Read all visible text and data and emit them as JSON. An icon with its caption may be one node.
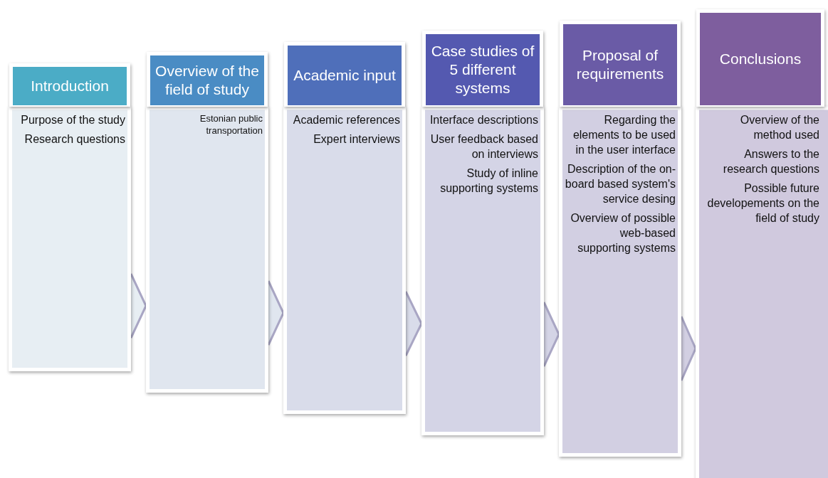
{
  "diagram": {
    "nodes": [
      {
        "text": [
          "Introduction",
          "Purpose of the study",
          "Research questions"
        ]
      },
      {
        "text": [
          "Overview of the field of study",
          "Estonian public transportation"
        ]
      },
      {
        "text": [
          "Academic input",
          "Academic references",
          "Expert interviews"
        ]
      },
      {
        "text": [
          "Case studies of 5 different systems",
          "Interface descriptions",
          "User feedback based on interviews",
          "Study of inline supporting systems"
        ]
      },
      {
        "text": [
          "Proposal of requirements",
          "Regarding the elements to be used in the user interface",
          "Description of the on-board based system's service desing",
          "Overview of possible web-based supporting systems"
        ]
      },
      {
        "text": [
          "Conclusions",
          "Overview of the method used",
          "Answers to the research questions",
          "Possible future developements on the field of study"
        ]
      }
    ],
    "edges": [
      {
        "from": 0,
        "to": 1,
        "arrow": "to"
      },
      {
        "from": 1,
        "to": 2,
        "arrow": "to"
      },
      {
        "from": 2,
        "to": 3,
        "arrow": "to"
      },
      {
        "from": 3,
        "to": 4,
        "arrow": "to"
      },
      {
        "from": 4,
        "to": 5,
        "arrow": "to"
      }
    ]
  }
}
